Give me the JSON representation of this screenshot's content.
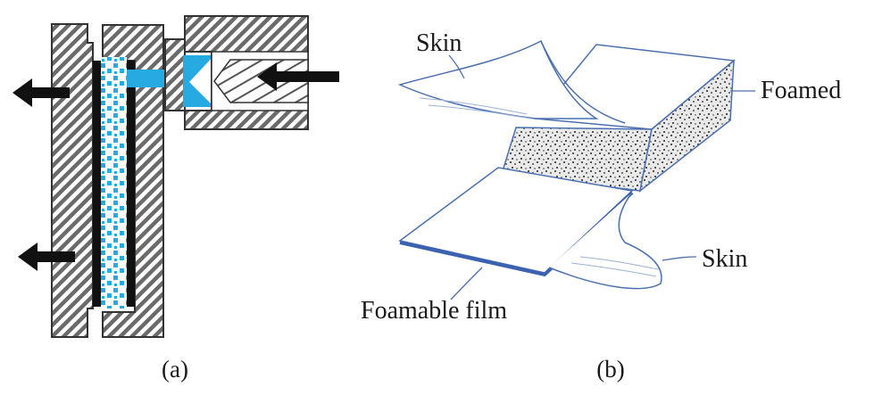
{
  "panel_a": {
    "caption": "(a)"
  },
  "panel_b": {
    "caption": "(b)",
    "labels": {
      "skin_top": "Skin",
      "foamed": "Foamed",
      "skin_bottom": "Skin",
      "foamable_film": "Foamable film"
    }
  },
  "colors": {
    "mold_hatch": "#5a5a5a",
    "foam_blue": "#27a9e1",
    "dark": "#111111",
    "sheet_outline": "#4a6fb0"
  }
}
